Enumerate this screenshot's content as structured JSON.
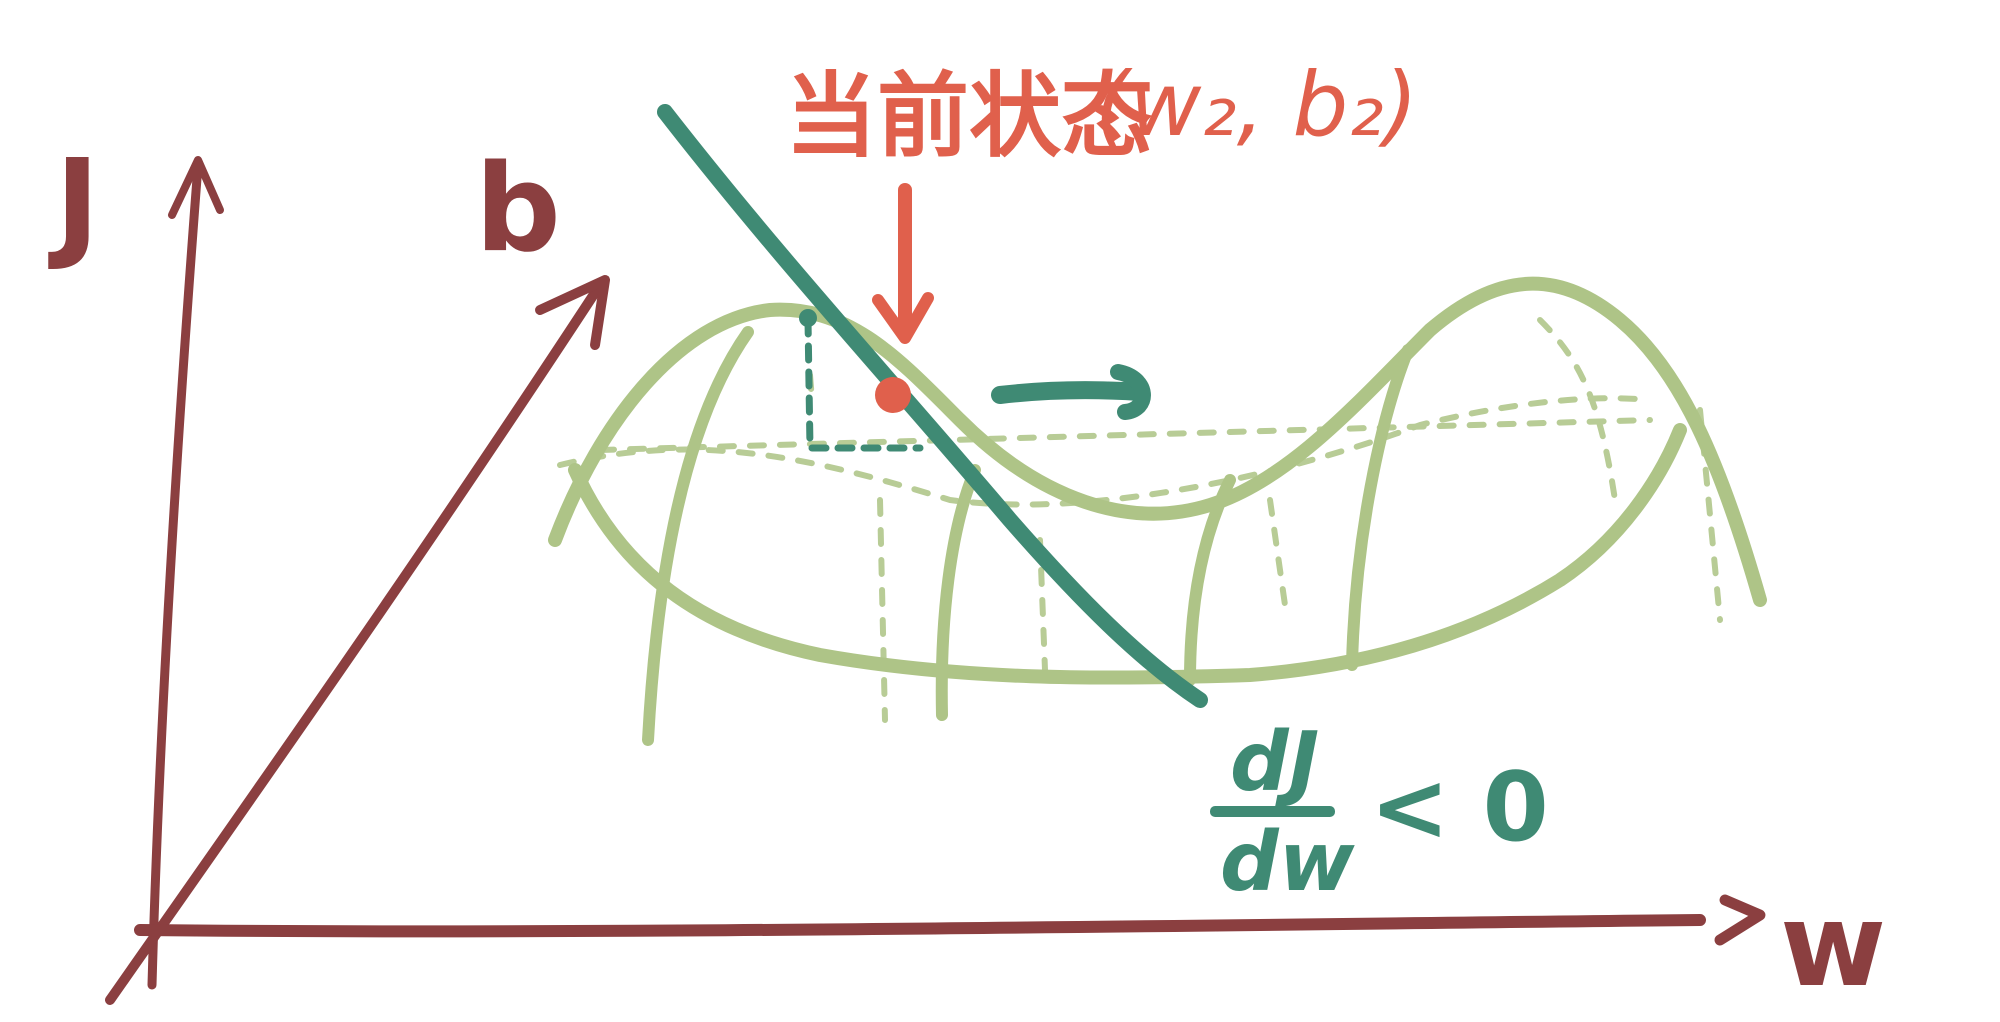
{
  "axes": {
    "j_label": "J",
    "b_label": "b",
    "w_label": "w"
  },
  "annotation": {
    "state_label": "当前状态",
    "state_coords": "(w₂, b₂)"
  },
  "derivative": {
    "numerator": "dJ",
    "denominator": "dw",
    "inequality": "< 0"
  },
  "colors": {
    "axis": "#8b3f40",
    "surface": "#aec487",
    "surface_dashed": "#b8cc96",
    "tangent": "#3f8a74",
    "highlight": "#e0604c"
  }
}
